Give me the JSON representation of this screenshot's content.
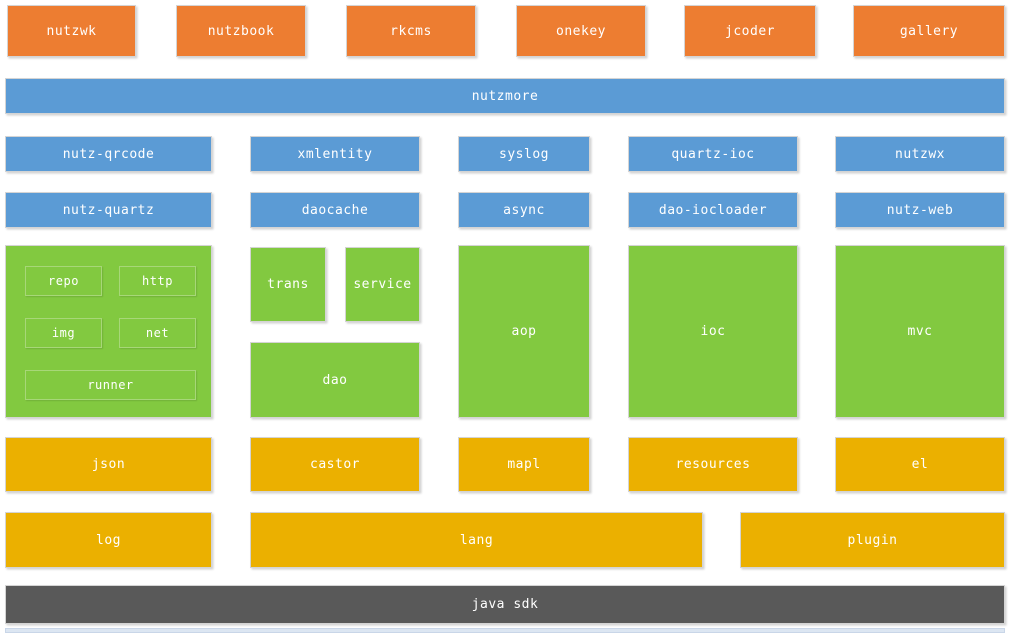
{
  "colors": {
    "app_orange": "#ED7D31",
    "plugin_blue": "#5B9BD5",
    "core_green": "#82C940",
    "lang_gold": "#EBB000",
    "sdk_gray": "#595959",
    "bottom_strip": "#DCE6F2",
    "block_border": "#D4D4D4",
    "inner_border": "#A7D778",
    "text": "#FFFFFF"
  },
  "apps": [
    {
      "label": "nutzwk"
    },
    {
      "label": "nutzbook"
    },
    {
      "label": "rkcms"
    },
    {
      "label": "onekey"
    },
    {
      "label": "jcoder"
    },
    {
      "label": "gallery"
    }
  ],
  "nutzmore": {
    "label": "nutzmore"
  },
  "plugins_row1": [
    {
      "label": "nutz-qrcode"
    },
    {
      "label": "xmlentity"
    },
    {
      "label": "syslog"
    },
    {
      "label": "quartz-ioc"
    },
    {
      "label": "nutzwx"
    }
  ],
  "plugins_row2": [
    {
      "label": "nutz-quartz"
    },
    {
      "label": "daocache"
    },
    {
      "label": "async"
    },
    {
      "label": "dao-iocloader"
    },
    {
      "label": "nutz-web"
    }
  ],
  "core": {
    "tools": [
      {
        "label": "repo"
      },
      {
        "label": "http"
      },
      {
        "label": "img"
      },
      {
        "label": "net"
      },
      {
        "label": "runner"
      }
    ],
    "trans": {
      "label": "trans"
    },
    "service": {
      "label": "service"
    },
    "dao": {
      "label": "dao"
    },
    "aop": {
      "label": "aop"
    },
    "ioc": {
      "label": "ioc"
    },
    "mvc": {
      "label": "mvc"
    }
  },
  "lang_row1": [
    {
      "label": "json"
    },
    {
      "label": "castor"
    },
    {
      "label": "mapl"
    },
    {
      "label": "resources"
    },
    {
      "label": "el"
    }
  ],
  "lang_row2": [
    {
      "label": "log"
    },
    {
      "label": "lang"
    },
    {
      "label": "plugin"
    }
  ],
  "base": {
    "label": "java sdk"
  }
}
